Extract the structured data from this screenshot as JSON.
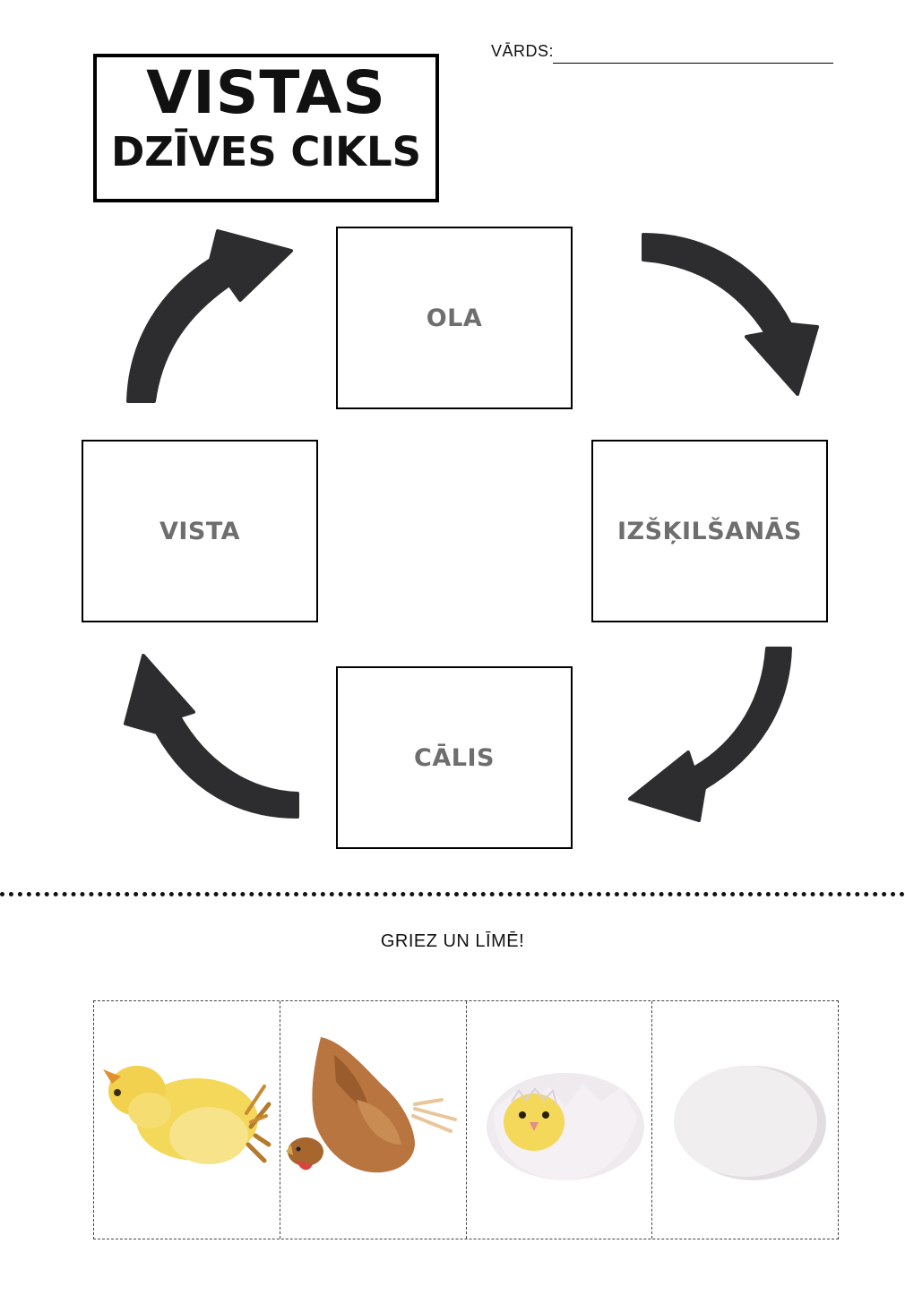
{
  "header": {
    "title_line1": "VISTAS",
    "title_line2": "DZĪVES CIKLS",
    "name_label": "VĀRDS:"
  },
  "stages": {
    "egg": "OLA",
    "hatching": "IZŠĶILŠANĀS",
    "chick": "CĀLIS",
    "hen": "VISTA"
  },
  "instruction": "GRIEZ UN LĪMĒ!",
  "cut_cards": [
    {
      "icon": "chick-icon"
    },
    {
      "icon": "hen-icon"
    },
    {
      "icon": "hatching-egg-icon"
    },
    {
      "icon": "egg-icon"
    }
  ],
  "colors": {
    "arrow": "#2d2d2f",
    "stage_text": "#6e6e6e",
    "chick_yellow": "#f3d85a",
    "hen_brown": "#b9753f",
    "egg_white": "#f1eef0"
  }
}
